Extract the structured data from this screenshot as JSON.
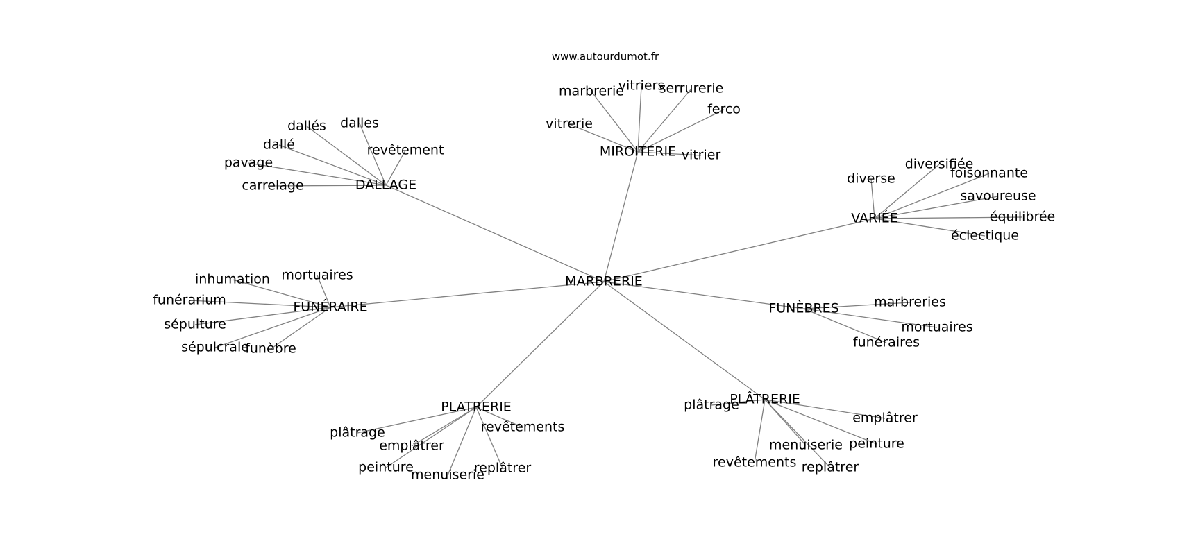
{
  "source": "www.autourdumot.fr",
  "center": "MARBRERIE",
  "hubs": [
    {
      "key": "dallage",
      "label": "DALLAGE",
      "leaves": [
        "dallés",
        "dalles",
        "dallé",
        "revêtement",
        "pavage",
        "carrelage"
      ]
    },
    {
      "key": "miroiterie",
      "label": "MIROITERIE",
      "leaves": [
        "marbrerie",
        "vitriers",
        "serrurerie",
        "ferco",
        "vitrerie",
        "vitrier"
      ]
    },
    {
      "key": "variee",
      "label": "VARIÉE",
      "leaves": [
        "diversifiée",
        "diverse",
        "foisonnante",
        "savoureuse",
        "équilibrée",
        "éclectique"
      ]
    },
    {
      "key": "funeraire",
      "label": "FUNÉRAIRE",
      "leaves": [
        "inhumation",
        "mortuaires",
        "funérarium",
        "sépulture",
        "sépulcrale",
        "funèbre"
      ]
    },
    {
      "key": "funebres",
      "label": "FUNÈBRES",
      "leaves": [
        "marbreries",
        "mortuaires",
        "funéraires"
      ]
    },
    {
      "key": "platrerie",
      "label": "PLATRERIE",
      "leaves": [
        "plâtrage",
        "revêtements",
        "emplâtrer",
        "peinture",
        "menuiserie",
        "replâtrer"
      ]
    },
    {
      "key": "platrerie2",
      "label": "PLÂTRERIE",
      "leaves": [
        "plâtrage",
        "emplâtrer",
        "menuiserie",
        "peinture",
        "revêtements",
        "replâtrer"
      ]
    }
  ]
}
